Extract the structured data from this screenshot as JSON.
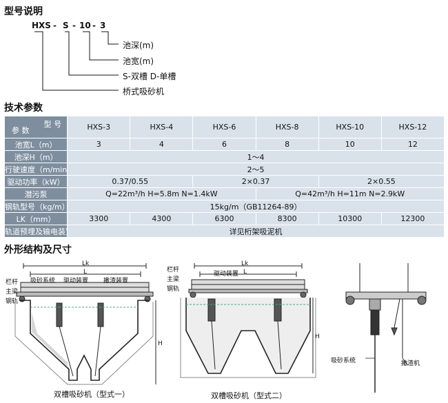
{
  "headings": {
    "model_desc": "型号说明",
    "tech_params": "技术参数",
    "structure": "外形结构及尺寸"
  },
  "model_code": {
    "parts": [
      "HXS",
      "-",
      "S",
      "-",
      "10",
      "-",
      "3"
    ],
    "legend": [
      "池深(m)",
      "池宽(m)",
      "S-双槽 D-单槽",
      "桥式吸砂机"
    ]
  },
  "spec_table": {
    "corner_top": "型 号",
    "corner_bottom": "参 数",
    "models": [
      "HXS-3",
      "HXS-4",
      "HXS-6",
      "HXS-8",
      "HXS-10",
      "HXS-12"
    ],
    "rows": {
      "width_label": "池宽L（m）",
      "width": [
        "3",
        "4",
        "6",
        "8",
        "10",
        "12"
      ],
      "depth_label": "池深H（m）",
      "depth": "1～4",
      "speed_label": "行驶速度（m/min）",
      "speed": "2～5",
      "power_label": "驱动功率（kW）",
      "power": [
        "0.37/0.55",
        "2×0.37",
        "2×0.55"
      ],
      "pump_label": "潜污泵",
      "pump": [
        "Q=22m³/h H=5.8m N=1.4kW",
        "Q=42m³/h H=11m N=2.9kW"
      ],
      "rail_label": "钢轨型号（kg/m）",
      "rail": "15kg/m（GB11264-89）",
      "lk_label": "LK（mm）",
      "lk": [
        "3300",
        "4300",
        "6300",
        "8300",
        "10300",
        "12300"
      ],
      "embed_label": "轨道预埋及输电装置",
      "embed": "详见桁架吸泥机"
    }
  },
  "diagrams": {
    "d1": {
      "labels": {
        "railing": "栏杆",
        "main_beam": "主梁",
        "rail": "钢轨",
        "sand_system": "吸砂系统",
        "drive": "驱动装置",
        "skimmer": "撇渣装置",
        "lk": "Lk",
        "l": "L",
        "h": "H"
      },
      "caption": "双槽吸砂机（型式一）"
    },
    "d2": {
      "labels": {
        "railing": "栏杆",
        "main_beam": "主梁",
        "rail": "钢轨",
        "drive": "驱动装置",
        "lk": "Lk",
        "l": "L",
        "h": "H"
      },
      "caption": "双槽吸砂机（型式二）"
    },
    "d3": {
      "labels": {
        "sand_system": "吸砂系统",
        "skimmer": "撇渣机"
      }
    }
  }
}
